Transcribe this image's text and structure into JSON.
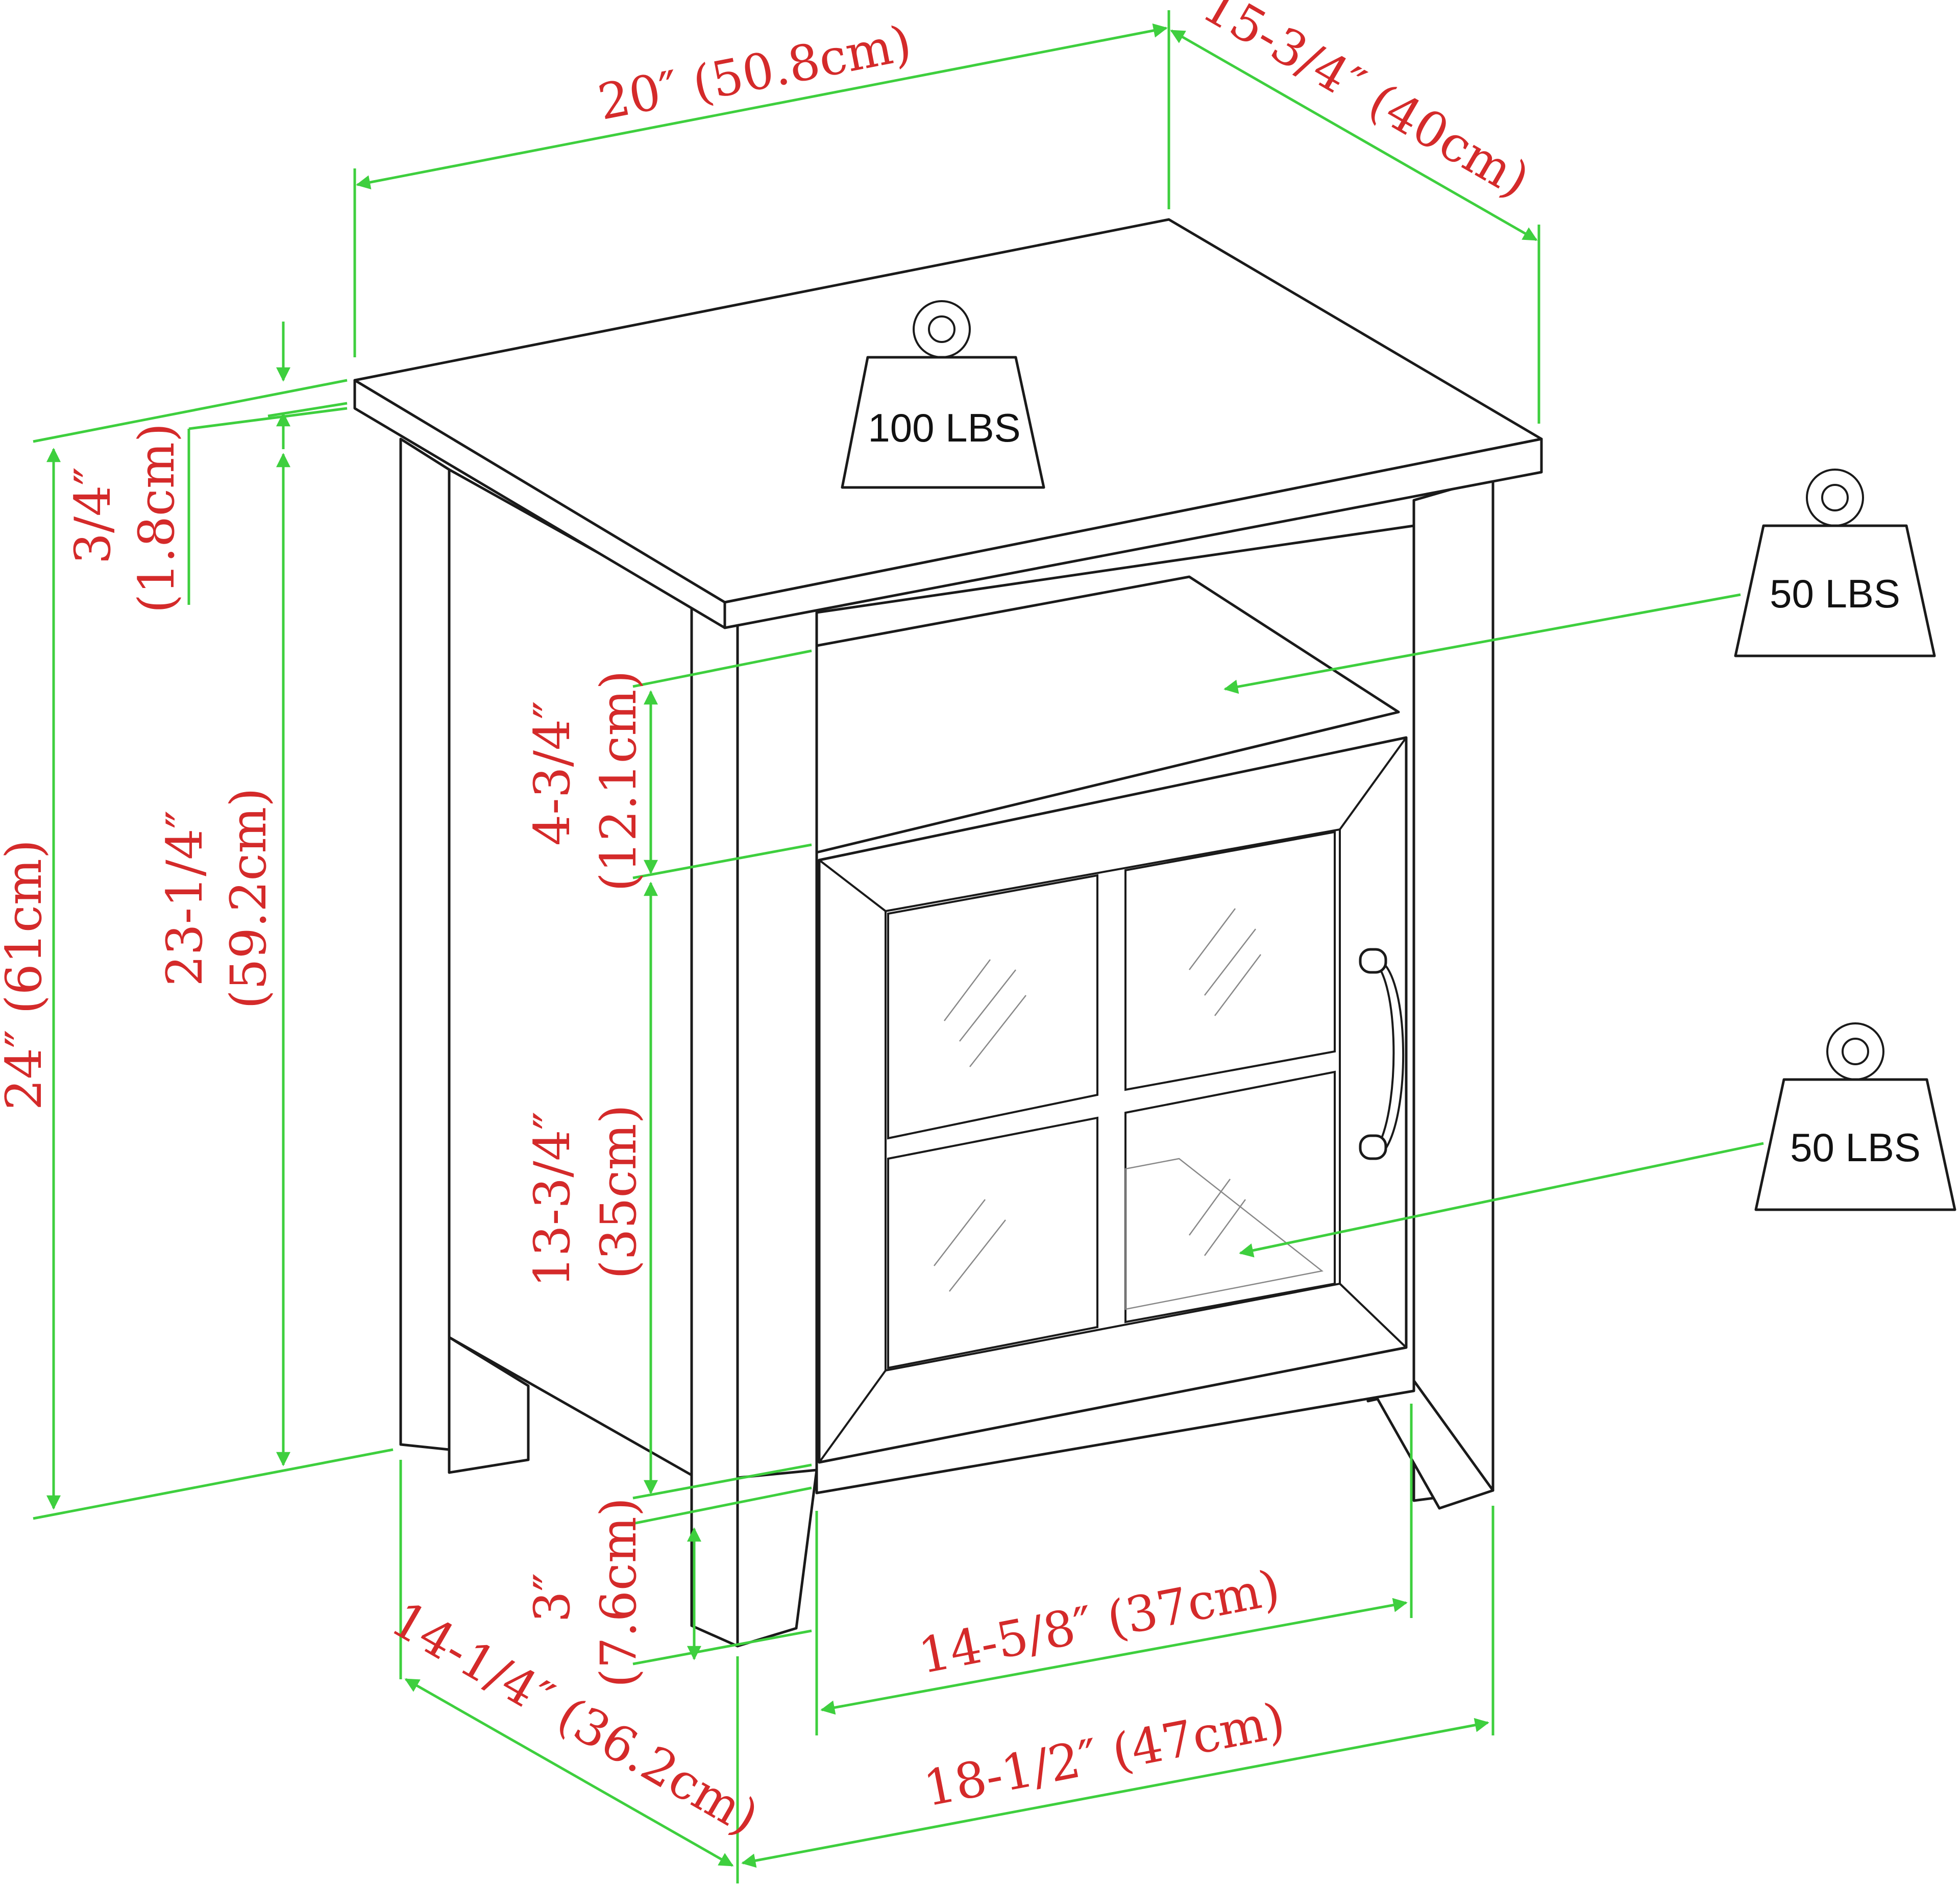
{
  "dimensions": {
    "top_width": "20″ (50.8cm)",
    "top_depth": "15-3/4″ (40cm)",
    "top_thickness_in": "3/4″",
    "top_thickness_cm": "(1.8cm)",
    "total_height": "24″ (61cm)",
    "body_height_in": "23-1/4″",
    "body_height_cm": "(59.2cm)",
    "shelf_height_in": "4-3/4″",
    "shelf_height_cm": "(12.1cm)",
    "cabinet_height_in": "13-3/4″",
    "cabinet_height_cm": "(35cm)",
    "leg_height_in": "3″",
    "leg_height_cm": "(7.6cm)",
    "side_depth": "14-1/4″ (36.2cm)",
    "inner_width": "14-5/8″ (37cm)",
    "outer_width": "18-1/2″ (47cm)"
  },
  "weights": {
    "top": "100 LBS",
    "shelf": "50 LBS",
    "cabinet": "50 LBS"
  },
  "colors": {
    "dimension_line": "#3ecf3e",
    "dimension_text": "#d42a2a",
    "outline": "#1a1a1a"
  }
}
